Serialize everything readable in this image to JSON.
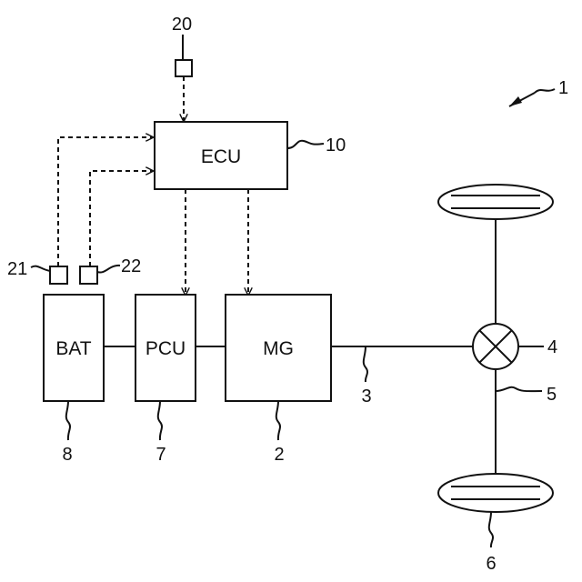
{
  "blocks": {
    "ecu": "ECU",
    "bat": "BAT",
    "pcu": "PCU",
    "mg": "MG"
  },
  "refs": {
    "system": "1",
    "mg": "2",
    "shaft": "3",
    "differential": "4",
    "axle": "5",
    "wheel": "6",
    "pcu": "7",
    "bat": "8",
    "ecu": "10",
    "sensor_20": "20",
    "sensor_21": "21",
    "sensor_22": "22"
  }
}
